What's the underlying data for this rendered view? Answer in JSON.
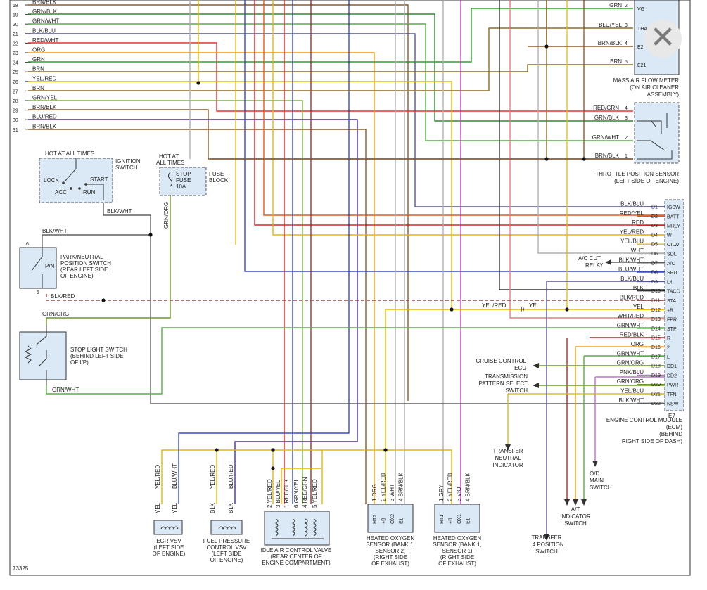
{
  "left_rows": [
    {
      "n": "18",
      "c": "BRN/BLK",
      "col": "#8b5a2b"
    },
    {
      "n": "19",
      "c": "GRN/BLK",
      "col": "#2e8b2e"
    },
    {
      "n": "20",
      "c": "GRN/WHT",
      "col": "#55b045"
    },
    {
      "n": "21",
      "c": "BLK/BLU",
      "col": "#555599"
    },
    {
      "n": "22",
      "c": "RED/WHT",
      "col": "#e53030"
    },
    {
      "n": "23",
      "c": "ORG",
      "col": "#f39c12"
    },
    {
      "n": "24",
      "c": "GRN",
      "col": "#2ea02e"
    },
    {
      "n": "25",
      "c": "BRN",
      "col": "#8b6a2b"
    },
    {
      "n": "26",
      "c": "YEL/RED",
      "col": "#e6b800"
    },
    {
      "n": "27",
      "c": "BRN",
      "col": "#8b6a2b"
    },
    {
      "n": "28",
      "c": "GRN/YEL",
      "col": "#7cb342"
    },
    {
      "n": "29",
      "c": "BRN/BLK",
      "col": "#8b5a2b"
    },
    {
      "n": "30",
      "c": "BLU/RED",
      "col": "#4a2bb0"
    },
    {
      "n": "31",
      "c": "BRN/BLK",
      "col": "#8b5a2b"
    }
  ],
  "maf": {
    "pins": [
      {
        "n": "2",
        "c": "GRN",
        "t": "VG"
      },
      {
        "n": "3",
        "c": "BLU/YEL",
        "t": "THA"
      },
      {
        "n": "4",
        "c": "BRN/BLK",
        "t": "E2"
      },
      {
        "n": "5",
        "c": "BRN",
        "t": "E21"
      }
    ],
    "title": [
      "MASS AIR FLOW METER",
      "(ON AIR CLEANER",
      "ASSEMBLY)"
    ]
  },
  "tps": {
    "pins": [
      {
        "n": "4",
        "c": "RED/GRN"
      },
      {
        "n": "3",
        "c": "GRN/BLK"
      },
      {
        "n": "2",
        "c": "GRN/WHT"
      },
      {
        "n": "1",
        "c": "BRN/BLK"
      }
    ],
    "title": [
      "THROTTLE POSITION SENSOR",
      "(LEFT SIDE OF ENGINE)"
    ]
  },
  "ecm": {
    "rows": [
      {
        "c": "BLK/BLU",
        "p": "D1",
        "t": "IGSW",
        "col": "#555599"
      },
      {
        "c": "RED/YEL",
        "p": "D2",
        "t": "BATT",
        "col": "#e05a20"
      },
      {
        "c": "RED",
        "p": "D3",
        "t": "MRLY",
        "col": "#e02020"
      },
      {
        "c": "YEL/RED",
        "p": "D4",
        "t": "W",
        "col": "#e6b800"
      },
      {
        "c": "YEL/BLU",
        "p": "D5",
        "t": "OILW",
        "col": "#d8c020"
      },
      {
        "c": "WHT",
        "p": "D6",
        "t": "SDL",
        "col": "#b0b0b0"
      },
      {
        "c": "BLK/WHT",
        "p": "D7",
        "t": "A/C",
        "col": "#606060"
      },
      {
        "c": "BLU/WHT",
        "p": "D8",
        "t": "SPD",
        "col": "#3a4ac0"
      },
      {
        "c": "BLK/BLU",
        "p": "D9",
        "t": "L4",
        "col": "#555599"
      },
      {
        "c": "BLK",
        "p": "D10",
        "t": "TACO",
        "col": "#333333"
      },
      {
        "c": "BLK/RED",
        "p": "D11",
        "t": "STA",
        "col": "#8b4040"
      },
      {
        "c": "YEL",
        "p": "D12",
        "t": "+B",
        "col": "#f0c000"
      },
      {
        "c": "WHT/RED",
        "p": "D13",
        "t": "FPR",
        "col": "#e08080"
      },
      {
        "c": "GRN/WHT",
        "p": "D14",
        "t": "STP",
        "col": "#55b045"
      },
      {
        "c": "RED/BLK",
        "p": "D15",
        "t": "R",
        "col": "#c02020"
      },
      {
        "c": "ORG",
        "p": "D16",
        "t": "2",
        "col": "#f39c12"
      },
      {
        "c": "GRN/WHT",
        "p": "D17",
        "t": "L",
        "col": "#55b045"
      },
      {
        "c": "GRN/ORG",
        "p": "D18",
        "t": "DD1",
        "col": "#6a9a20"
      },
      {
        "c": "PNK/BLU",
        "p": "D19",
        "t": "DD2",
        "col": "#c070d0"
      },
      {
        "c": "GRN/ORG",
        "p": "D20",
        "t": "PWR",
        "col": "#6a9a20"
      },
      {
        "c": "YEL/BLU",
        "p": "D21",
        "t": "TFN",
        "col": "#d8c020"
      },
      {
        "c": "BLK/WHT",
        "p": "D22",
        "t": "NSW",
        "col": "#606060"
      }
    ],
    "connector": "E7",
    "title": [
      "ENGINE CONTROL MODULE",
      "(ECM)",
      "(BEHIND",
      "RIGHT SIDE OF DASH)"
    ]
  },
  "ignition": {
    "hot": "HOT AT ALL TIMES",
    "name": [
      "IGNITION",
      "SWITCH"
    ],
    "lock": "LOCK",
    "acc": "ACC",
    "run": "RUN",
    "start": "START",
    "out": "BLK/WHT"
  },
  "fuse": {
    "hot": [
      "HOT AT",
      "ALL TIMES"
    ],
    "name": [
      "STOP",
      "FUSE",
      "10A"
    ],
    "block": [
      "FUSE",
      "BLOCK"
    ],
    "out": "GRN/ORG"
  },
  "pn": {
    "top": "BLK/WHT",
    "pin_top": "6",
    "pin_bot": "5",
    "pn": "P/N",
    "name": [
      "PARK/NEUTRAL",
      "POSITION SWITCH",
      "(REAR LEFT SIDE",
      "OF ENGINE)"
    ],
    "out": "BLK/RED"
  },
  "stop": {
    "in": "GRN/ORG",
    "name": [
      "STOP LIGHT SWITCH",
      "(BEHIND LEFT SIDE",
      "OF I/P)"
    ],
    "out": "GRN/WHT"
  },
  "ac_relay": [
    "A/C CUT",
    "RELAY"
  ],
  "yel_splice": {
    "left": "YEL/RED",
    "right": "YEL"
  },
  "cruise": [
    "CRUISE CONTROL",
    "ECU"
  ],
  "tps_select": [
    "TRANSMISSION",
    "PATTERN SELECT",
    "SWITCH"
  ],
  "transfer_neutral": [
    "TRANSFER",
    "NEUTRAL",
    "INDICATOR"
  ],
  "od": [
    "O/D",
    "MAIN",
    "SWITCH"
  ],
  "at_ind": [
    "A/T",
    "INDICATOR",
    "SWITCH"
  ],
  "transfer_l4": [
    "TRANSFER",
    "L4 POSITION",
    "SWITCH"
  ],
  "egr": {
    "w1": "YEL/RED",
    "w2": "BLU/WHT",
    "c1": "YEL",
    "c2": "YEL",
    "name": [
      "EGR VSV",
      "(LEFT SIDE",
      "OF ENGINE)"
    ]
  },
  "fpvsv": {
    "w1": "YEL/RED",
    "w2": "BLU/RED",
    "c1": "BLK",
    "c2": "BLK",
    "name": [
      "FUEL PRESSURE",
      "CONTROL VSV",
      "(LEFT SIDE",
      "OF ENGINE)"
    ]
  },
  "iac": {
    "wires": [
      "2 YEL/RED",
      "3 BLU/YEL",
      "1 RED/BLK",
      "6 GRN/YEL",
      "4 RED/GRN",
      "5 YEL/RED"
    ],
    "name": [
      "IDLE AIR CONTROL VALVE",
      "(REAR CENTER OF",
      "ENGINE COMPARTMENT)"
    ]
  },
  "o2b2": {
    "wires": [
      "1 ORG",
      "2 YEL/RED",
      "3 WHT",
      "4 BRN/BLK"
    ],
    "pins": [
      "HT2",
      "+B",
      "OX2",
      "E1"
    ],
    "name": [
      "HEATED OXYGEN",
      "SENSOR (BANK 1,",
      "SENSOR 2)",
      "(RIGHT SIDE",
      "OF EXHAUST)"
    ]
  },
  "o2b1": {
    "wires": [
      "1 GRY",
      "2 YEL/RED",
      "3 VIO",
      "4 BRN/BLK"
    ],
    "pins": [
      "HT1",
      "+B",
      "OX1",
      "E1"
    ],
    "name": [
      "HEATED OXYGEN",
      "SENSOR (BANK 1,",
      "SENSOR 1)",
      "(RIGHT SIDE",
      "OF EXHAUST)"
    ]
  },
  "fig_id": "73325",
  "close_icon": "close-icon"
}
